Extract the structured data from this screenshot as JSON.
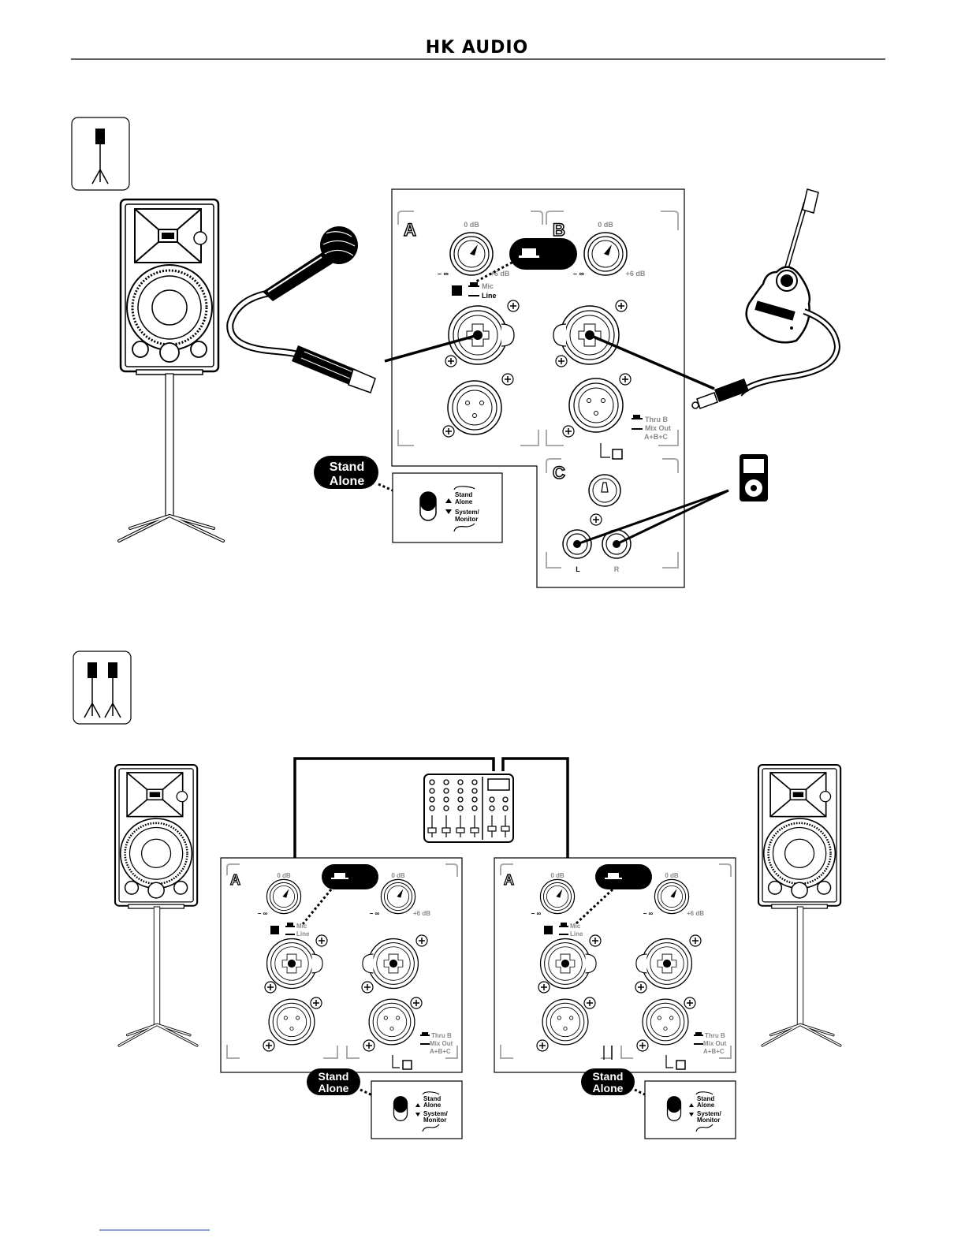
{
  "header": {
    "logo_text": "HK AUDIO"
  },
  "panel": {
    "channel_a": "A",
    "channel_b": "B",
    "channel_c": "C",
    "gain_top": "0 dB",
    "gain_min": "– ∞",
    "gain_max": "+6 dB",
    "mic_label": "Mic",
    "line_label": "Line",
    "thru_label": "Thru B",
    "mixout_label": "Mix Out",
    "mixout_sub": "A+B+C",
    "rca_left": "L",
    "rca_right": "R"
  },
  "mode_switch": {
    "callout": [
      "Stand",
      "Alone"
    ],
    "option_top": [
      "Stand",
      "Alone"
    ],
    "option_bottom": [
      "System/",
      "Monitor"
    ]
  },
  "icons": {
    "single": "single-speaker-on-stand-icon",
    "dual": "two-speakers-on-stands-icon"
  }
}
